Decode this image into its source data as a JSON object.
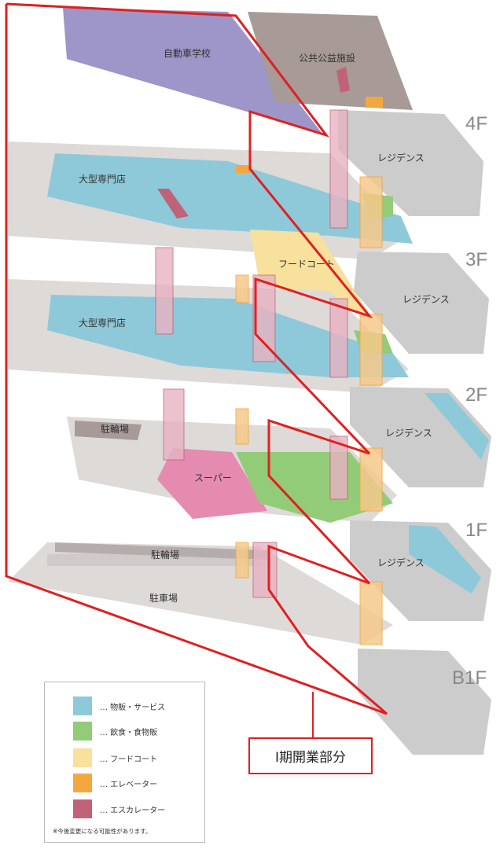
{
  "floors": [
    "4F",
    "3F",
    "2F",
    "1F",
    "B1F"
  ],
  "areas": {
    "driving_school": "自動車学校",
    "public": "公共公益施設",
    "specialty_4f": "大型専門店",
    "specialty_3f": "大型専門店",
    "food_court": "フードコート",
    "residence_4f": "レジデンス",
    "residence_3f": "レジデンス",
    "residence_2f": "レジデンス",
    "residence_1f": "レジデンス",
    "bike_1f": "駐輪場",
    "super": "スーパー",
    "bike_b1": "駐輪場",
    "parking": "駐車場"
  },
  "legend": {
    "items": [
      {
        "label": "… 物販・サービス",
        "color": "#8ec9d9"
      },
      {
        "label": "… 飲食・食物販",
        "color": "#92cc78"
      },
      {
        "label": "… フードコート",
        "color": "#f7e19c"
      },
      {
        "label": "… エレベーター",
        "color": "#f3a83f"
      },
      {
        "label": "… エスカレーター",
        "color": "#c06378"
      }
    ],
    "note": "※今後変更になる可能性があります。"
  },
  "phase_label": "Ⅰ期開業部分",
  "colors": {
    "gray": "#d9d6d5",
    "blue": "#8ec9d9",
    "green": "#92cc78",
    "yellow": "#f7e19c",
    "orange": "#f3a83f",
    "pink": "#e58bb0",
    "purple": "#9e95c8",
    "brown": "#a79a97",
    "red": "#e02020"
  }
}
